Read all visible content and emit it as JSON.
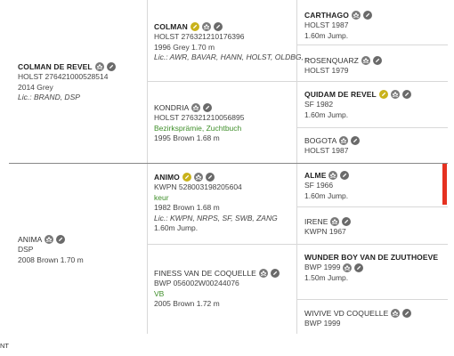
{
  "colors": {
    "gold": "#c9b21a",
    "icon_gray": "#7a7a7a",
    "green": "#3f8f2a",
    "red_bar": "#e53121",
    "divider": "#d8d8d8"
  },
  "gen1": [
    {
      "name": "COLMAN DE REVEL",
      "line1": "HOLST 276421000528514",
      "line2": "2014 Grey",
      "line3": "Lic.: BRAND, DSP",
      "icons": [
        "group-icon",
        "pencil-icon"
      ]
    },
    {
      "name": "ANIMA",
      "line1": "DSP",
      "line2": "2008 Brown 1.70 m",
      "icons": [
        "group-icon",
        "pencil-icon"
      ]
    }
  ],
  "gen2": [
    {
      "name": "COLMAN",
      "line1": "HOLST 276321210176396",
      "line2": "1996 Grey 1.70 m",
      "line3": "Lic.: AWR, BAVAR, HANN, HOLST, OLDBG, ...",
      "icons": [
        "approved-icon",
        "group-icon",
        "pencil-icon"
      ]
    },
    {
      "name": "KONDRIA",
      "line1": "HOLST 276321210056895",
      "line2": "Bezirksprämie, Zuchtbuch",
      "line3": "1995 Brown 1.68 m",
      "icons": [
        "group-icon",
        "pencil-icon"
      ]
    },
    {
      "name": "ANIMO",
      "line1": "KWPN 528003198205604",
      "line2": "keur",
      "line3": "1982 Brown 1.68 m",
      "line4": "Lic.: KWPN, NRPS, SF, SWB, ZANG",
      "line5": "1.60m Jump.",
      "icons": [
        "approved-icon",
        "group-icon",
        "pencil-icon"
      ]
    },
    {
      "name": "FINESS VAN DE COQUELLE",
      "line1": "BWP 056002W00244076",
      "line2": "VB",
      "line3": "2005 Brown 1.72 m",
      "icons": [
        "group-icon",
        "pencil-icon"
      ]
    }
  ],
  "gen3": [
    {
      "name": "CARTHAGO",
      "line1": "HOLST 1987",
      "line2": "1.60m Jump.",
      "icons": [
        "group-icon",
        "pencil-icon"
      ]
    },
    {
      "name": "ROSENQUARZ",
      "line1": "HOLST 1979",
      "icons": [
        "group-icon",
        "pencil-icon"
      ]
    },
    {
      "name": "QUIDAM DE REVEL",
      "line1": "SF 1982",
      "line2": "1.60m Jump.",
      "icons": [
        "approved-icon",
        "group-icon",
        "pencil-icon"
      ]
    },
    {
      "name": "BOGOTA",
      "line1": "HOLST 1987",
      "icons": [
        "group-icon",
        "pencil-icon"
      ]
    },
    {
      "name": "ALME",
      "line1": "SF 1966",
      "line2": "1.60m Jump.",
      "icons": [
        "group-icon",
        "pencil-icon"
      ]
    },
    {
      "name": "IRENE",
      "line1": "KWPN 1967",
      "icons": [
        "group-icon",
        "pencil-icon"
      ]
    },
    {
      "name": "WUNDER BOY VAN DE ZUUTHOEVE",
      "line1": "BWP 1999",
      "line2": "1.50m Jump.",
      "icons": [
        "group-icon",
        "pencil-icon"
      ]
    },
    {
      "name": "WIVIVE VD COQUELLE",
      "line1": "BWP 1999",
      "icons": [
        "group-icon",
        "pencil-icon"
      ]
    }
  ],
  "footer": {
    "text": "NT"
  }
}
